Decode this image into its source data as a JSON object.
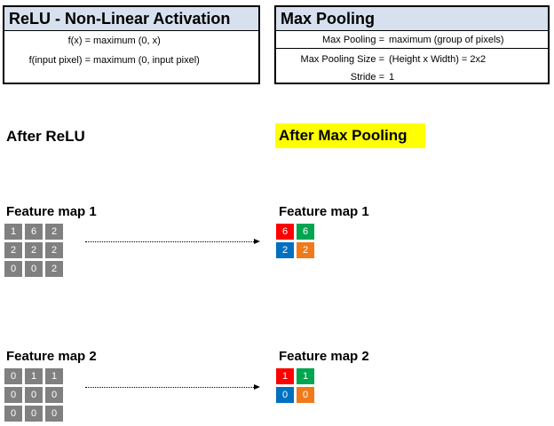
{
  "relu_box": {
    "title": "ReLU - Non-Linear Activation",
    "rows": [
      {
        "lhs": "f(x) =",
        "rhs": "maximum (0, x)"
      },
      {
        "lhs": "f(input pixel) =",
        "rhs": "maximum (0, input pixel)"
      }
    ]
  },
  "maxpool_box": {
    "title": "Max Pooling",
    "rows": [
      {
        "lhs": "Max Pooling =",
        "rhs": "maximum (group of pixels)"
      },
      {
        "lhs": "Max Pooling Size =",
        "rhs": "(Height x Width) = 2x2"
      },
      {
        "lhs": "Stride =",
        "rhs": "1"
      }
    ]
  },
  "left_heading": "After ReLU",
  "right_heading": "After Max Pooling",
  "colors": {
    "gray_cell": "#808080",
    "red": "#ff0000",
    "green": "#00a550",
    "blue": "#0070c0",
    "orange": "#f07a1a",
    "title_bg": "#d7e0ee",
    "highlight": "#ffff00"
  },
  "feature_maps": [
    {
      "left_label": "Feature map 1",
      "right_label": "Feature map 1",
      "input": [
        [
          "1",
          "6",
          "2"
        ],
        [
          "2",
          "2",
          "2"
        ],
        [
          "0",
          "0",
          "2"
        ]
      ],
      "pooled": [
        [
          "6",
          "6"
        ],
        [
          "2",
          "2"
        ]
      ]
    },
    {
      "left_label": "Feature map 2",
      "right_label": "Feature map 2",
      "input": [
        [
          "0",
          "1",
          "1"
        ],
        [
          "0",
          "0",
          "0"
        ],
        [
          "0",
          "0",
          "0"
        ]
      ],
      "pooled": [
        [
          "1",
          "1"
        ],
        [
          "0",
          "0"
        ]
      ]
    }
  ]
}
